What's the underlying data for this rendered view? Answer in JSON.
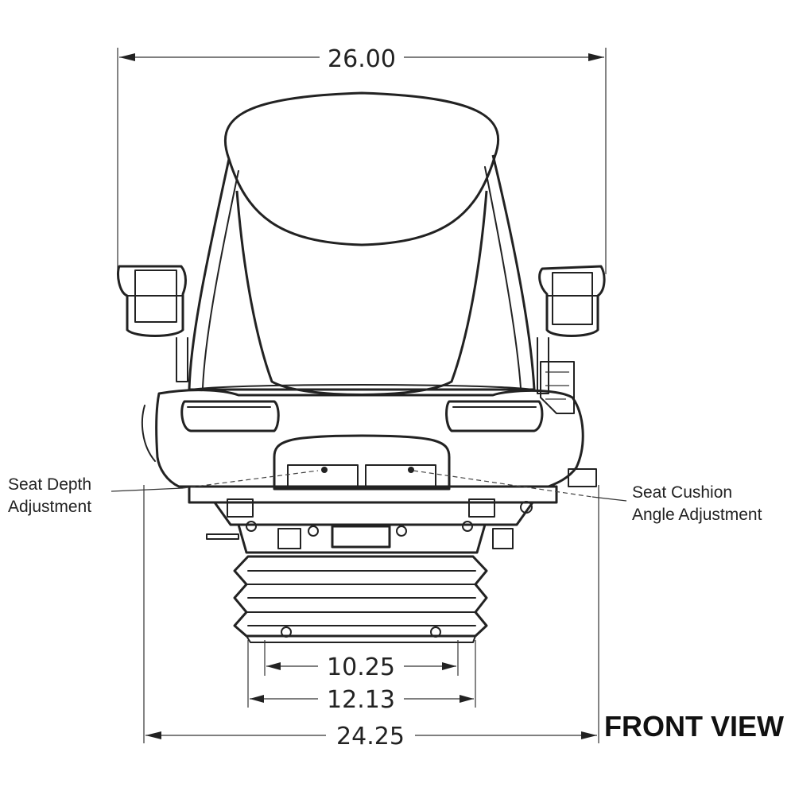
{
  "dimensions": {
    "overall_width": "26.00",
    "base_width": "24.25",
    "mount_outer": "12.13",
    "mount_inner": "10.25"
  },
  "callouts": {
    "seat_depth_line1": "Seat Depth",
    "seat_depth_line2": "Adjustment",
    "cushion_angle_line1": "Seat Cushion",
    "cushion_angle_line2": "Angle Adjustment"
  },
  "view_title": "FRONT VIEW"
}
